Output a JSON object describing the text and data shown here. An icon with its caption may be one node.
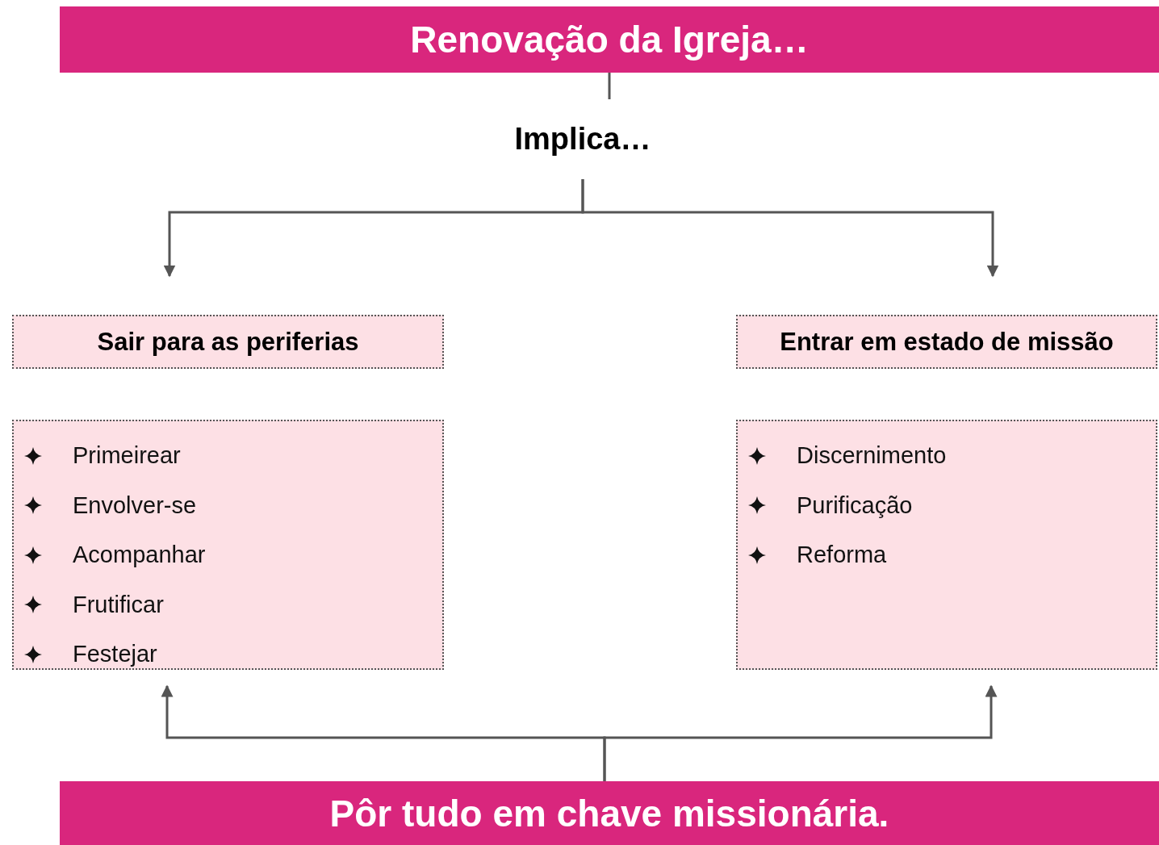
{
  "diagram": {
    "nodes": [
      {
        "text": [
          "Renovação da Igreja…"
        ]
      },
      {
        "text": [
          "Implica…"
        ]
      },
      {
        "text": [
          "Sair para as periferias"
        ]
      },
      {
        "text": [
          "Entrar em estado de missão"
        ]
      },
      {
        "text": [
          "Primeirear",
          "Envolver-se",
          "Acompanhar",
          "Frutificar",
          "Festejar"
        ]
      },
      {
        "text": [
          "Discernimento",
          "Purificação",
          "Reforma"
        ]
      },
      {
        "text": [
          "Pôr tudo em chave missionária."
        ]
      }
    ],
    "edges": [
      {
        "from": 0,
        "to": 1,
        "arrow": "none"
      },
      {
        "from": 1,
        "to": 2,
        "arrow": "to"
      },
      {
        "from": 1,
        "to": 3,
        "arrow": "to"
      },
      {
        "from": 6,
        "to": 4,
        "arrow": "to"
      },
      {
        "from": 6,
        "to": 5,
        "arrow": "to"
      }
    ]
  }
}
